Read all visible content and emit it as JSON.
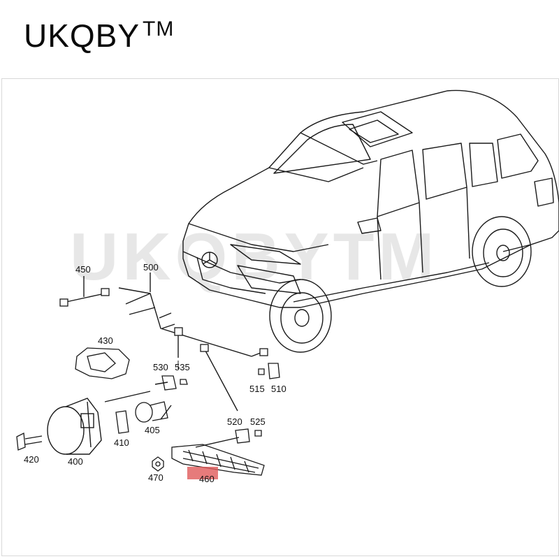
{
  "brand": {
    "name": "UKQBY",
    "trademark": "TM"
  },
  "watermark": "UKQBYTM",
  "labels": {
    "p450": "450",
    "p500": "500",
    "p430": "430",
    "p530": "530",
    "p535": "535",
    "p515": "515",
    "p510": "510",
    "p520": "520",
    "p525": "525",
    "p420": "420",
    "p400": "400",
    "p410": "410",
    "p405": "405",
    "p470": "470",
    "p460": "460"
  },
  "colors": {
    "highlight": "#e05a5a",
    "line": "#1a1a1a"
  }
}
